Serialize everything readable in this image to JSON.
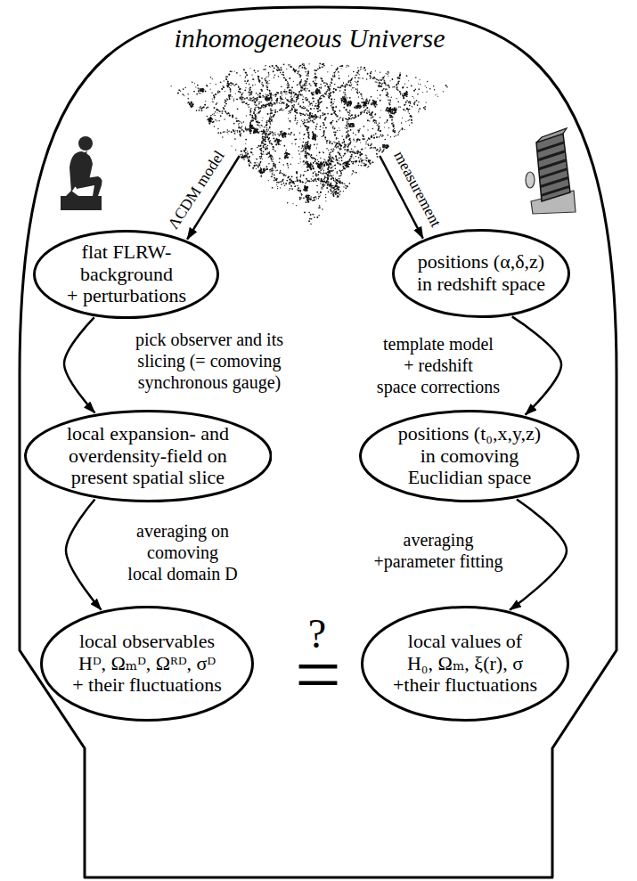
{
  "diagram": {
    "nodes": [
      {
        "text": [
          "inhomogeneous Universe"
        ]
      },
      {
        "text": [
          "flat FLRW- background + perturbations"
        ]
      },
      {
        "text": [
          "positions (α,δ,z) in redshift space"
        ]
      },
      {
        "text": [
          "local expansion- and overdensity-field on present spatial slice"
        ]
      },
      {
        "text": [
          "positions (t₀,x,y,z) in comoving Euclidian space"
        ]
      },
      {
        "text": [
          "local observables Hᴰ, Ωₘᴰ, Ωᴿᴰ, σᴰ + their fluctuations"
        ]
      },
      {
        "text": [
          "local values of H₀, Ωₘ, ξ(r), σ +their fluctuations"
        ]
      }
    ],
    "edges": [
      {
        "from": 0,
        "to": 1,
        "arrow": "to",
        "label": "ΛCDM model"
      },
      {
        "from": 0,
        "to": 2,
        "arrow": "to",
        "label": "measurement"
      },
      {
        "from": 1,
        "to": 3,
        "arrow": "to",
        "label": "pick observer and its slicing (= comoving synchronous gauge)"
      },
      {
        "from": 2,
        "to": 4,
        "arrow": "to",
        "label": "template model + redshift space corrections"
      },
      {
        "from": 3,
        "to": 5,
        "arrow": "to",
        "label": "averaging on comoving local domain D"
      },
      {
        "from": 4,
        "to": 6,
        "arrow": "to",
        "label": "averaging +parameter fitting"
      }
    ],
    "labels": [
      "?",
      "="
    ]
  }
}
